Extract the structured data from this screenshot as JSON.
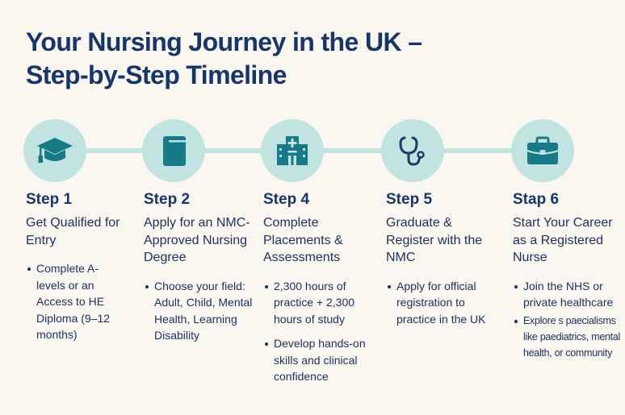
{
  "title": {
    "line1": "Your Nursing Journey in the UK –",
    "line2": "Step-by-Step Timeline"
  },
  "colors": {
    "background": "#faf7f1",
    "title": "#16356c",
    "text": "#1c2f5e",
    "circle": "#c2e4e1",
    "icon_teal": "#177a87",
    "icon_navy": "#1c3a6b"
  },
  "steps": [
    {
      "icon": "graduation-cap-icon",
      "label": "Step 1",
      "title": "Get Qualified for Entry",
      "bullets": [
        "Complete A-levels or an Access to HE Diploma (9–12 months)"
      ]
    },
    {
      "icon": "book-icon",
      "label": "Step 2",
      "title": "Apply for an NMC-Approved Nursing Degree",
      "bullets": [
        "Choose your field: Adult, Child, Mental Health, Learning Disability"
      ]
    },
    {
      "icon": "hospital-icon",
      "label": "Step 4",
      "title": "Complete Placements & Assessments",
      "bullets": [
        "2,300 hours of practice + 2,300 hours of study",
        "Develop hands-on skills and clinical confidence"
      ]
    },
    {
      "icon": "stethoscope-icon",
      "label": "Step 5",
      "title": "Graduate & Register with the NMC",
      "bullets": [
        "Apply for official registration to practice in the UK"
      ]
    },
    {
      "icon": "briefcase-icon",
      "label": "Stap 6",
      "title": "Start Your Career as a Registered Nurse",
      "bullets": [
        "Join the NHS or private healthcare",
        "Explore s paecialisms like paediatrics, mental health, or community"
      ]
    }
  ]
}
